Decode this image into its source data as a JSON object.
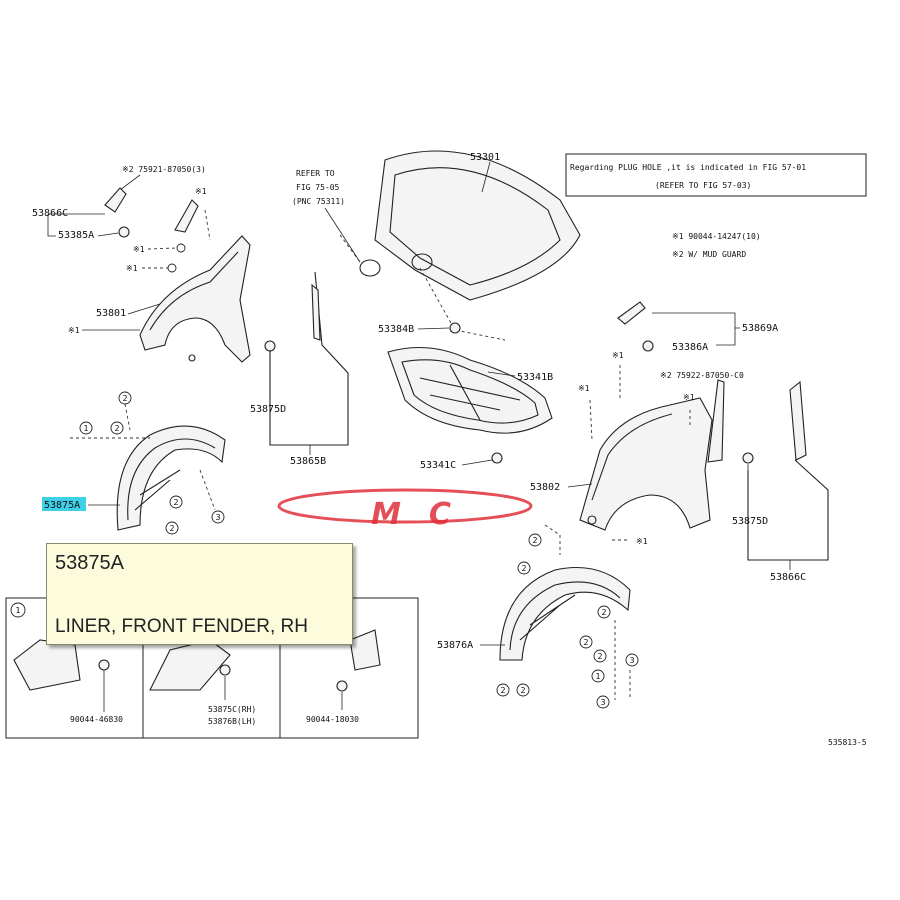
{
  "tooltip": {
    "part_number": "53875A",
    "description": "LINER, FRONT FENDER, RH"
  },
  "watermark": {
    "text": "MC",
    "color": "#e0303a"
  },
  "highlight_color": "#3fd0e8",
  "note_box": {
    "line1": "Regarding PLUG HOLE ,it is indicated in FIG 57-01",
    "line2": "(REFER TO FIG 57-03)"
  },
  "refer_note": {
    "line1": "REFER TO",
    "line2": "FIG 75-05",
    "line3": "(PNC 75311)"
  },
  "footnotes": {
    "n1": "※1 90044-14247(10)",
    "n2": "※2 W/ MUD GUARD"
  },
  "labels": {
    "p53301": "53301",
    "p53801": "53801",
    "p53802": "53802",
    "p53341b": "53341B",
    "p53341c": "53341C",
    "p53384b": "53384B",
    "p53875a": "53875A",
    "p53876a": "53876A",
    "p53875d_left": "53875D",
    "p53875d_right": "53875D",
    "p53865b": "53865B",
    "p53866c_left": "53866C",
    "p53866c_right": "53866C",
    "p53385a": "53385A",
    "p53386a": "53386A",
    "p53869a": "53869A",
    "clip_left": "※2 75921-87050(3)",
    "clip_right": "※2 75922-87050-C0",
    "inset1_code": "90044-46830",
    "inset2_code1": "53875C(RH)",
    "inset2_code2": "53876B(LH)",
    "inset3_code": "90044-18030",
    "fig_id": "535813-5"
  },
  "markers": {
    "x1": "※1",
    "x2": "※2",
    "n1": "1",
    "n2": "2",
    "n3": "3"
  }
}
